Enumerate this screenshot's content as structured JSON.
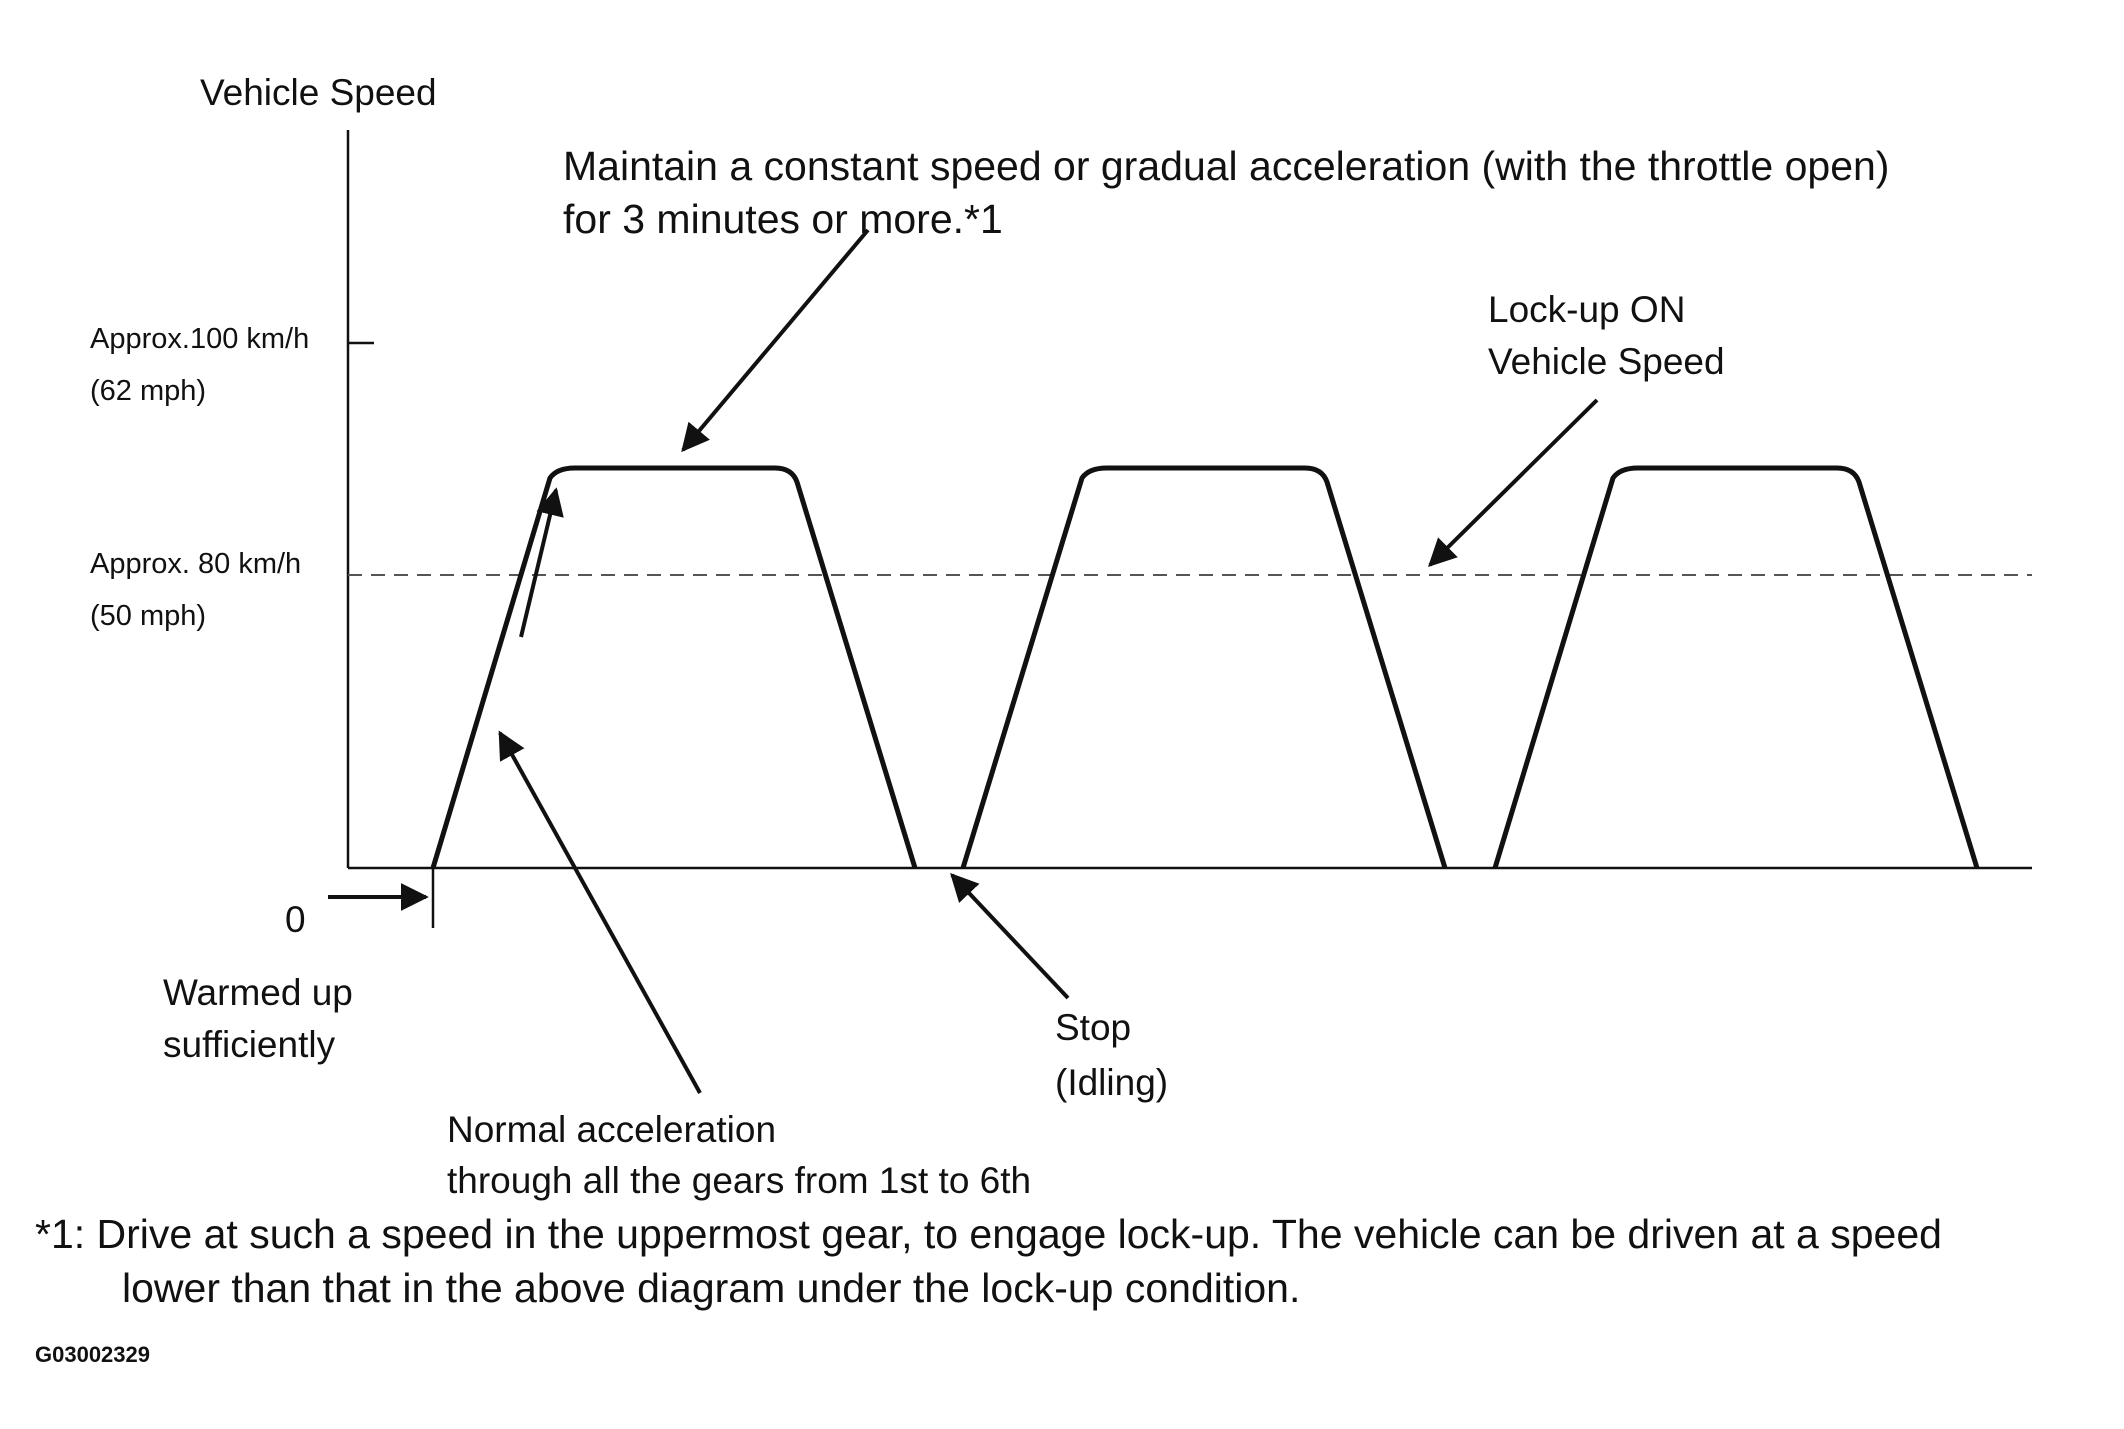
{
  "y_axis": {
    "title": "Vehicle Speed",
    "zero": "0",
    "levels": [
      {
        "line1": "Approx.100 km/h",
        "line2": "(62 mph)"
      },
      {
        "line1": "Approx. 80 km/h",
        "line2": "(50 mph)"
      }
    ]
  },
  "annotations": {
    "top_note": {
      "line1": "Maintain a constant speed or gradual acceleration (with the throttle open)",
      "line2": "for 3 minutes or more.*1"
    },
    "lockup": {
      "line1": "Lock-up  ON",
      "line2": "Vehicle Speed"
    },
    "warmed": {
      "line1": "Warmed up",
      "line2": "sufficiently"
    },
    "stop": {
      "line1": "Stop",
      "line2": "(Idling)"
    },
    "normal_accel": {
      "line1": "Normal acceleration",
      "line2": "through all the gears from 1st to 6th"
    }
  },
  "footnote": {
    "line1": "*1: Drive at such a speed in the uppermost gear, to engage lock-up. The vehicle can be driven at a speed",
    "line2": "lower than that in the above diagram under the lock-up condition."
  },
  "figure_id": "G03002329",
  "colors": {
    "line": "#111111",
    "dashed": "#555555",
    "background": "#ffffff"
  }
}
